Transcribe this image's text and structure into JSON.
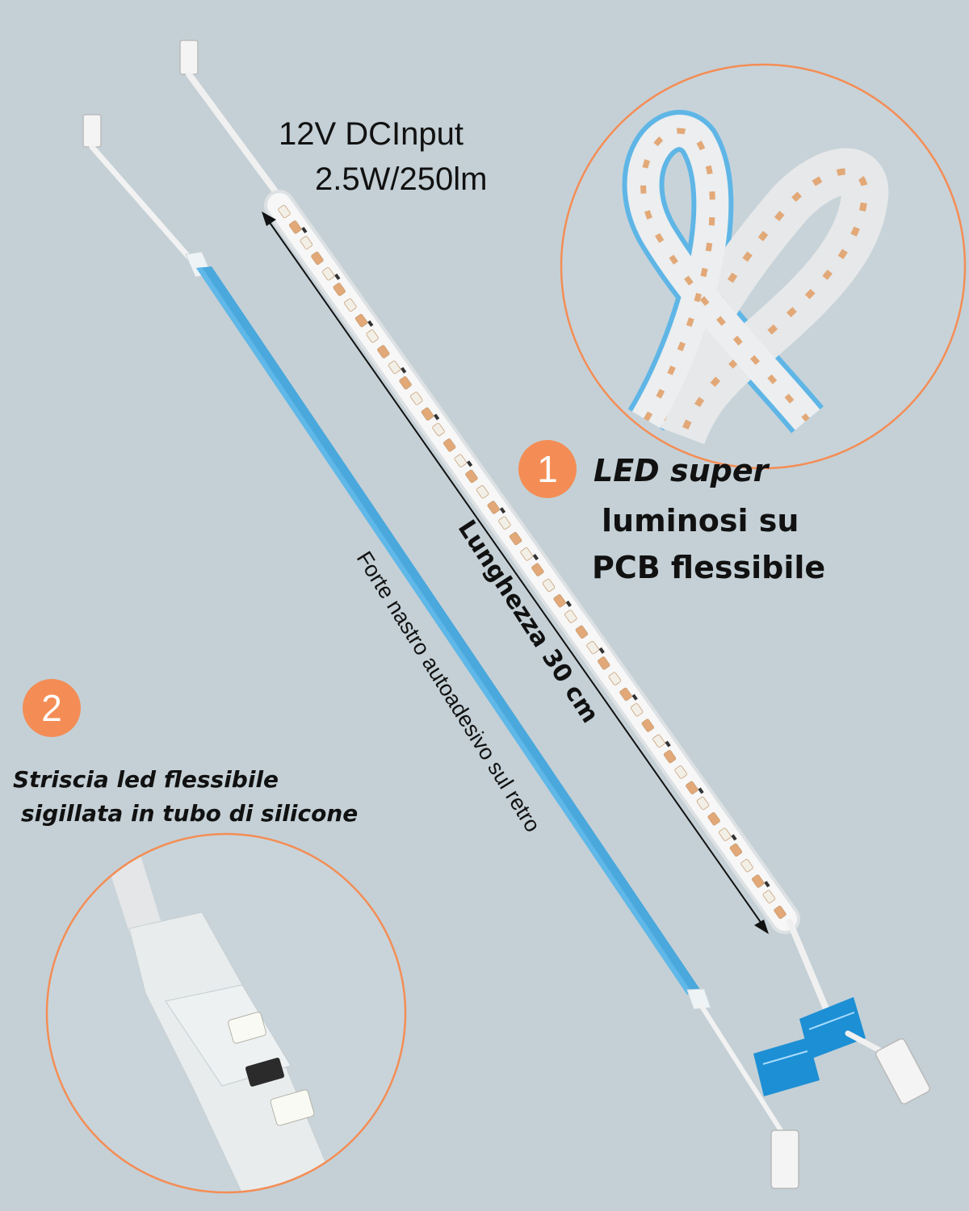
{
  "specs": {
    "line1": "12V DCInput",
    "line2": "2.5W/250lm"
  },
  "length_label": "Lunghezza 30 cm",
  "tape_label": "Forte nastro autoadesivo sul retro",
  "feature1": {
    "number": "1",
    "lines": [
      "LED super",
      "luminosi su",
      "PCB flessibile"
    ]
  },
  "feature2": {
    "number": "2",
    "lines": [
      "Striscia led flessibile",
      "sigillata in tubo di silicone"
    ]
  },
  "colors": {
    "background": "#c4d0d6",
    "accent_orange": "#f48d55",
    "tape_blue": "#4aa8dc",
    "led_amber": "#e2a877"
  }
}
